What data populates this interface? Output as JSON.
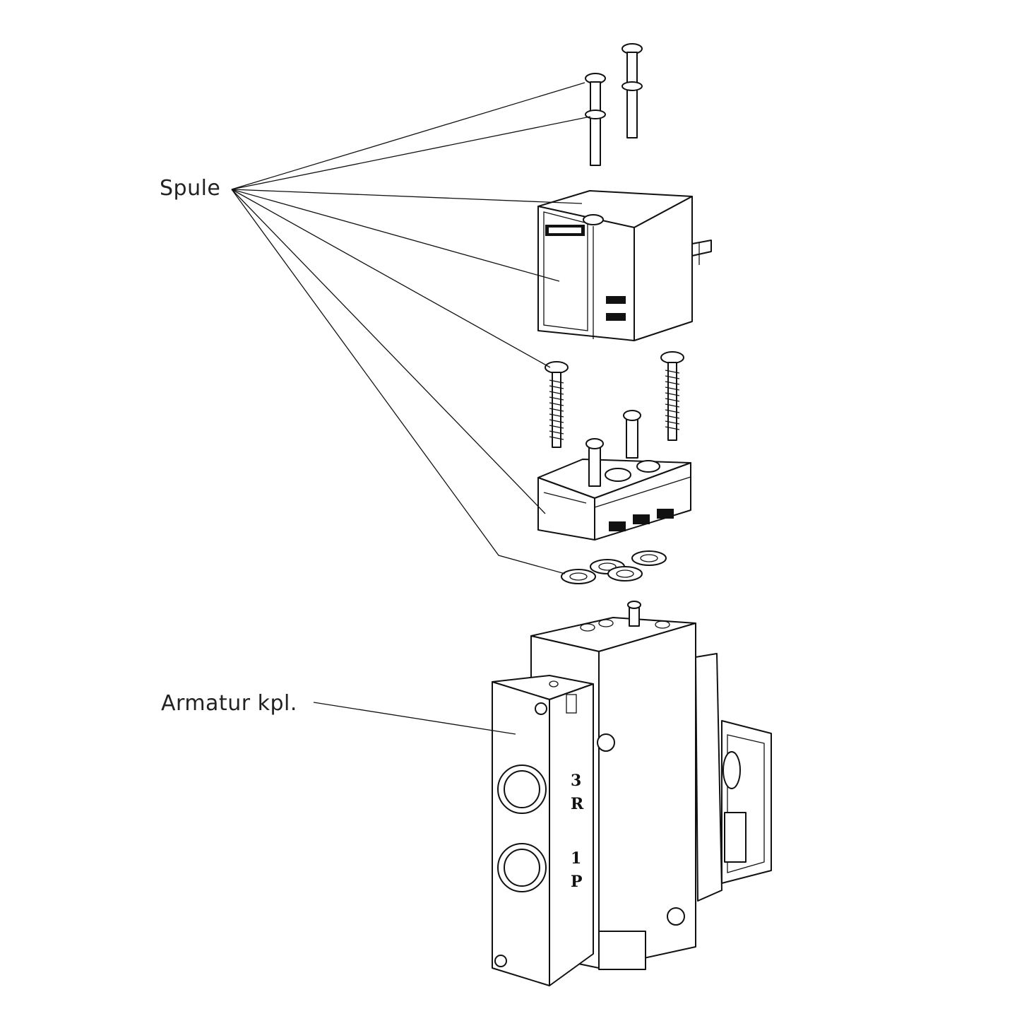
{
  "labels": {
    "coil": "Spule",
    "valve": "Armatur kpl."
  },
  "ports": {
    "exhaust_number": "3",
    "exhaust_letter": "R",
    "pressure_number": "1",
    "pressure_letter": "P"
  }
}
